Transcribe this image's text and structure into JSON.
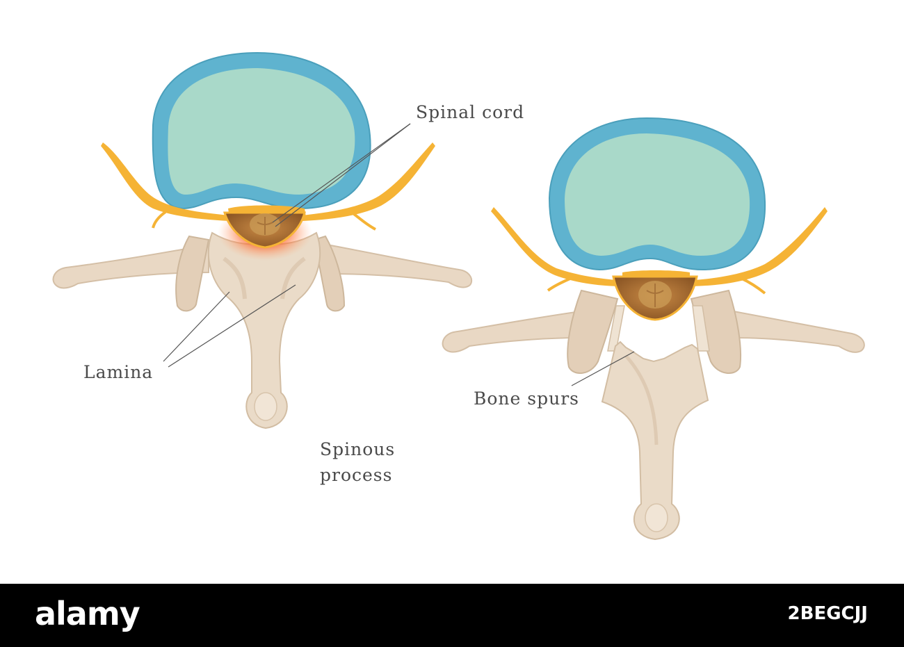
{
  "labels": {
    "spinal_cord": "Spinal cord",
    "lamina": "Lamina",
    "spinous_process_line1": "Spinous",
    "spinous_process_line2": "process",
    "bone_spurs": "Bone spurs"
  },
  "footer": {
    "brand": "alamy",
    "image_id": "2BEGCJJ"
  },
  "colors": {
    "disc_ring": "#5fb3cf",
    "disc_core": "#a9d9c9",
    "nerve": "#f5b335",
    "bone": "#e9d8c4",
    "bone_shade": "#d9c4ad",
    "cord": "#a0652a",
    "inflammation": "#e8331c",
    "leader_line": "#555555"
  }
}
